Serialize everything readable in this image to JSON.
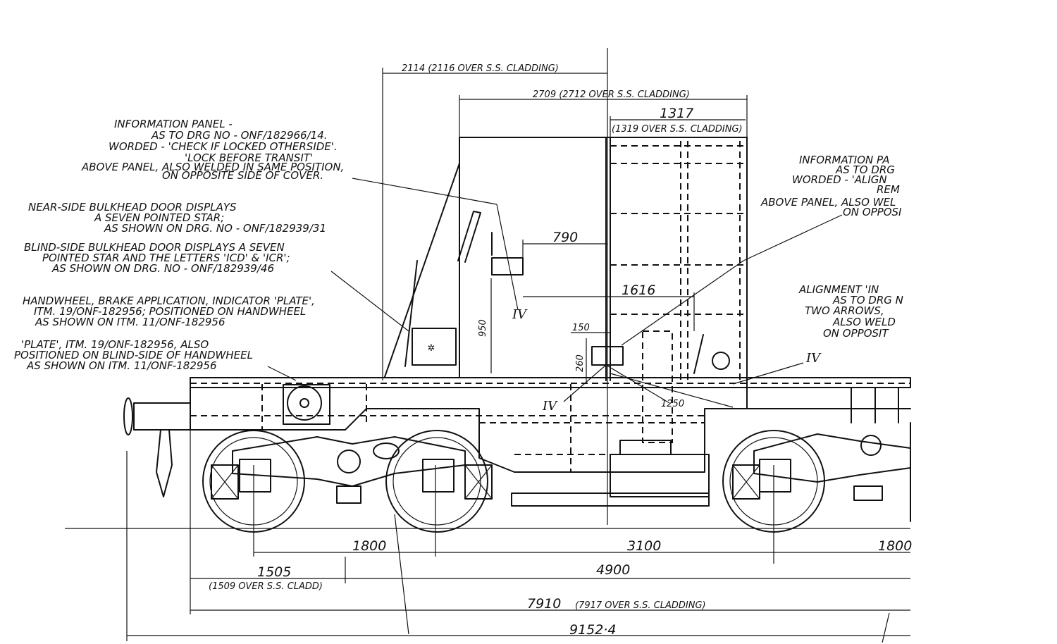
{
  "annotations": {
    "info_panel_left": [
      "INFORMATION PANEL -",
      "AS TO DRG NO - ONF/182966/14.",
      "WORDED - 'CHECK IF LOCKED OTHERSIDE'.",
      "'LOCK BEFORE TRANSIT'",
      "ABOVE PANEL, ALSO WELDED IN SAME POSITION,",
      "ON OPPOSITE SIDE OF COVER."
    ],
    "near_side_door": [
      "NEAR-SIDE BULKHEAD DOOR DISPLAYS",
      "A SEVEN POINTED STAR;",
      "AS SHOWN ON DRG. NO - ONF/182939/31"
    ],
    "blind_side_door": [
      "BLIND-SIDE BULKHEAD DOOR DISPLAYS A SEVEN",
      "POINTED STAR AND THE LETTERS 'ICD' & 'ICR';",
      "AS SHOWN ON DRG. NO - ONF/182939/46"
    ],
    "handwheel": [
      "HANDWHEEL, BRAKE APPLICATION, INDICATOR 'PLATE',",
      "ITM. 19/ONF-182956; POSITIONED ON HANDWHEEL",
      "AS SHOWN ON ITM. 11/ONF-182956"
    ],
    "plate": [
      "'PLATE', ITM. 19/ONF-182956, ALSO",
      "POSITIONED ON BLIND-SIDE OF HANDWHEEL",
      "AS SHOWN ON ITM. 11/ONF-182956"
    ],
    "info_panel_right": [
      "INFORMATION PA",
      "AS TO DRG",
      "WORDED - 'ALIGN",
      "REM",
      "ABOVE PANEL, ALSO WEL",
      "ON OPPOSI"
    ],
    "alignment": [
      "ALIGNMENT 'IN",
      "AS TO DRG N",
      "TWO ARROWS,",
      "ALSO WELD",
      "ON OPPOSIT"
    ]
  },
  "dimensions": {
    "d2114": "2114 (2116 OVER S.S. CLADDING)",
    "d2709": "2709 (2712 OVER S.S. CLADDING)",
    "d1317": "1317",
    "d1319": "(1319 OVER S.S. CLADDING)",
    "d790": "790",
    "d1616": "1616",
    "d950": "950",
    "d150": "150",
    "d260": "260",
    "d1250": "1250",
    "d1800a": "1800",
    "d3100": "3100",
    "d1800b": "1800",
    "d1505": "1505",
    "d1509": "(1509 OVER S.S. CLADD)",
    "d4900": "4900",
    "d7910": "7910",
    "d7917": "(7917 OVER S.S. CLADDING)",
    "d9152": "9152·4"
  },
  "markers": {
    "iv": "IV"
  }
}
